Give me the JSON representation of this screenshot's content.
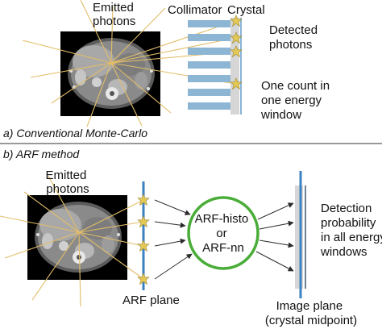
{
  "colors": {
    "ray": "#e2bd69",
    "star": "#e4c957",
    "collimator": "#8cb6d4",
    "crystal": "#d6d6d6",
    "plane": "#3c82c0",
    "ellipse": "#4aad38",
    "arrow": "#2c2c2c",
    "ct_background": "#000000"
  },
  "icons": {
    "photon_hit": "star-icon",
    "ct_scan": "ct-scan-image"
  },
  "top": {
    "emitted_photons": [
      "Emitted",
      "photons"
    ],
    "collimator_label": "Collimator",
    "crystal_label": "Crystal",
    "detected_photons": [
      "Detected",
      "photons"
    ],
    "one_count": [
      "One count in",
      "one energy",
      "window"
    ],
    "section_label": "a) Conventional Monte-Carlo"
  },
  "bottom": {
    "section_label": "b) ARF method",
    "emitted_photons": [
      "Emitted",
      "photons"
    ],
    "arf_box": [
      "ARF-histo",
      "or",
      "ARF-nn"
    ],
    "arf_plane_label": "ARF plane",
    "detection_probability": [
      "Detection",
      "probability",
      "in all energy",
      "windows"
    ],
    "image_plane": [
      "Image plane",
      "(crystal midpoint)"
    ]
  }
}
